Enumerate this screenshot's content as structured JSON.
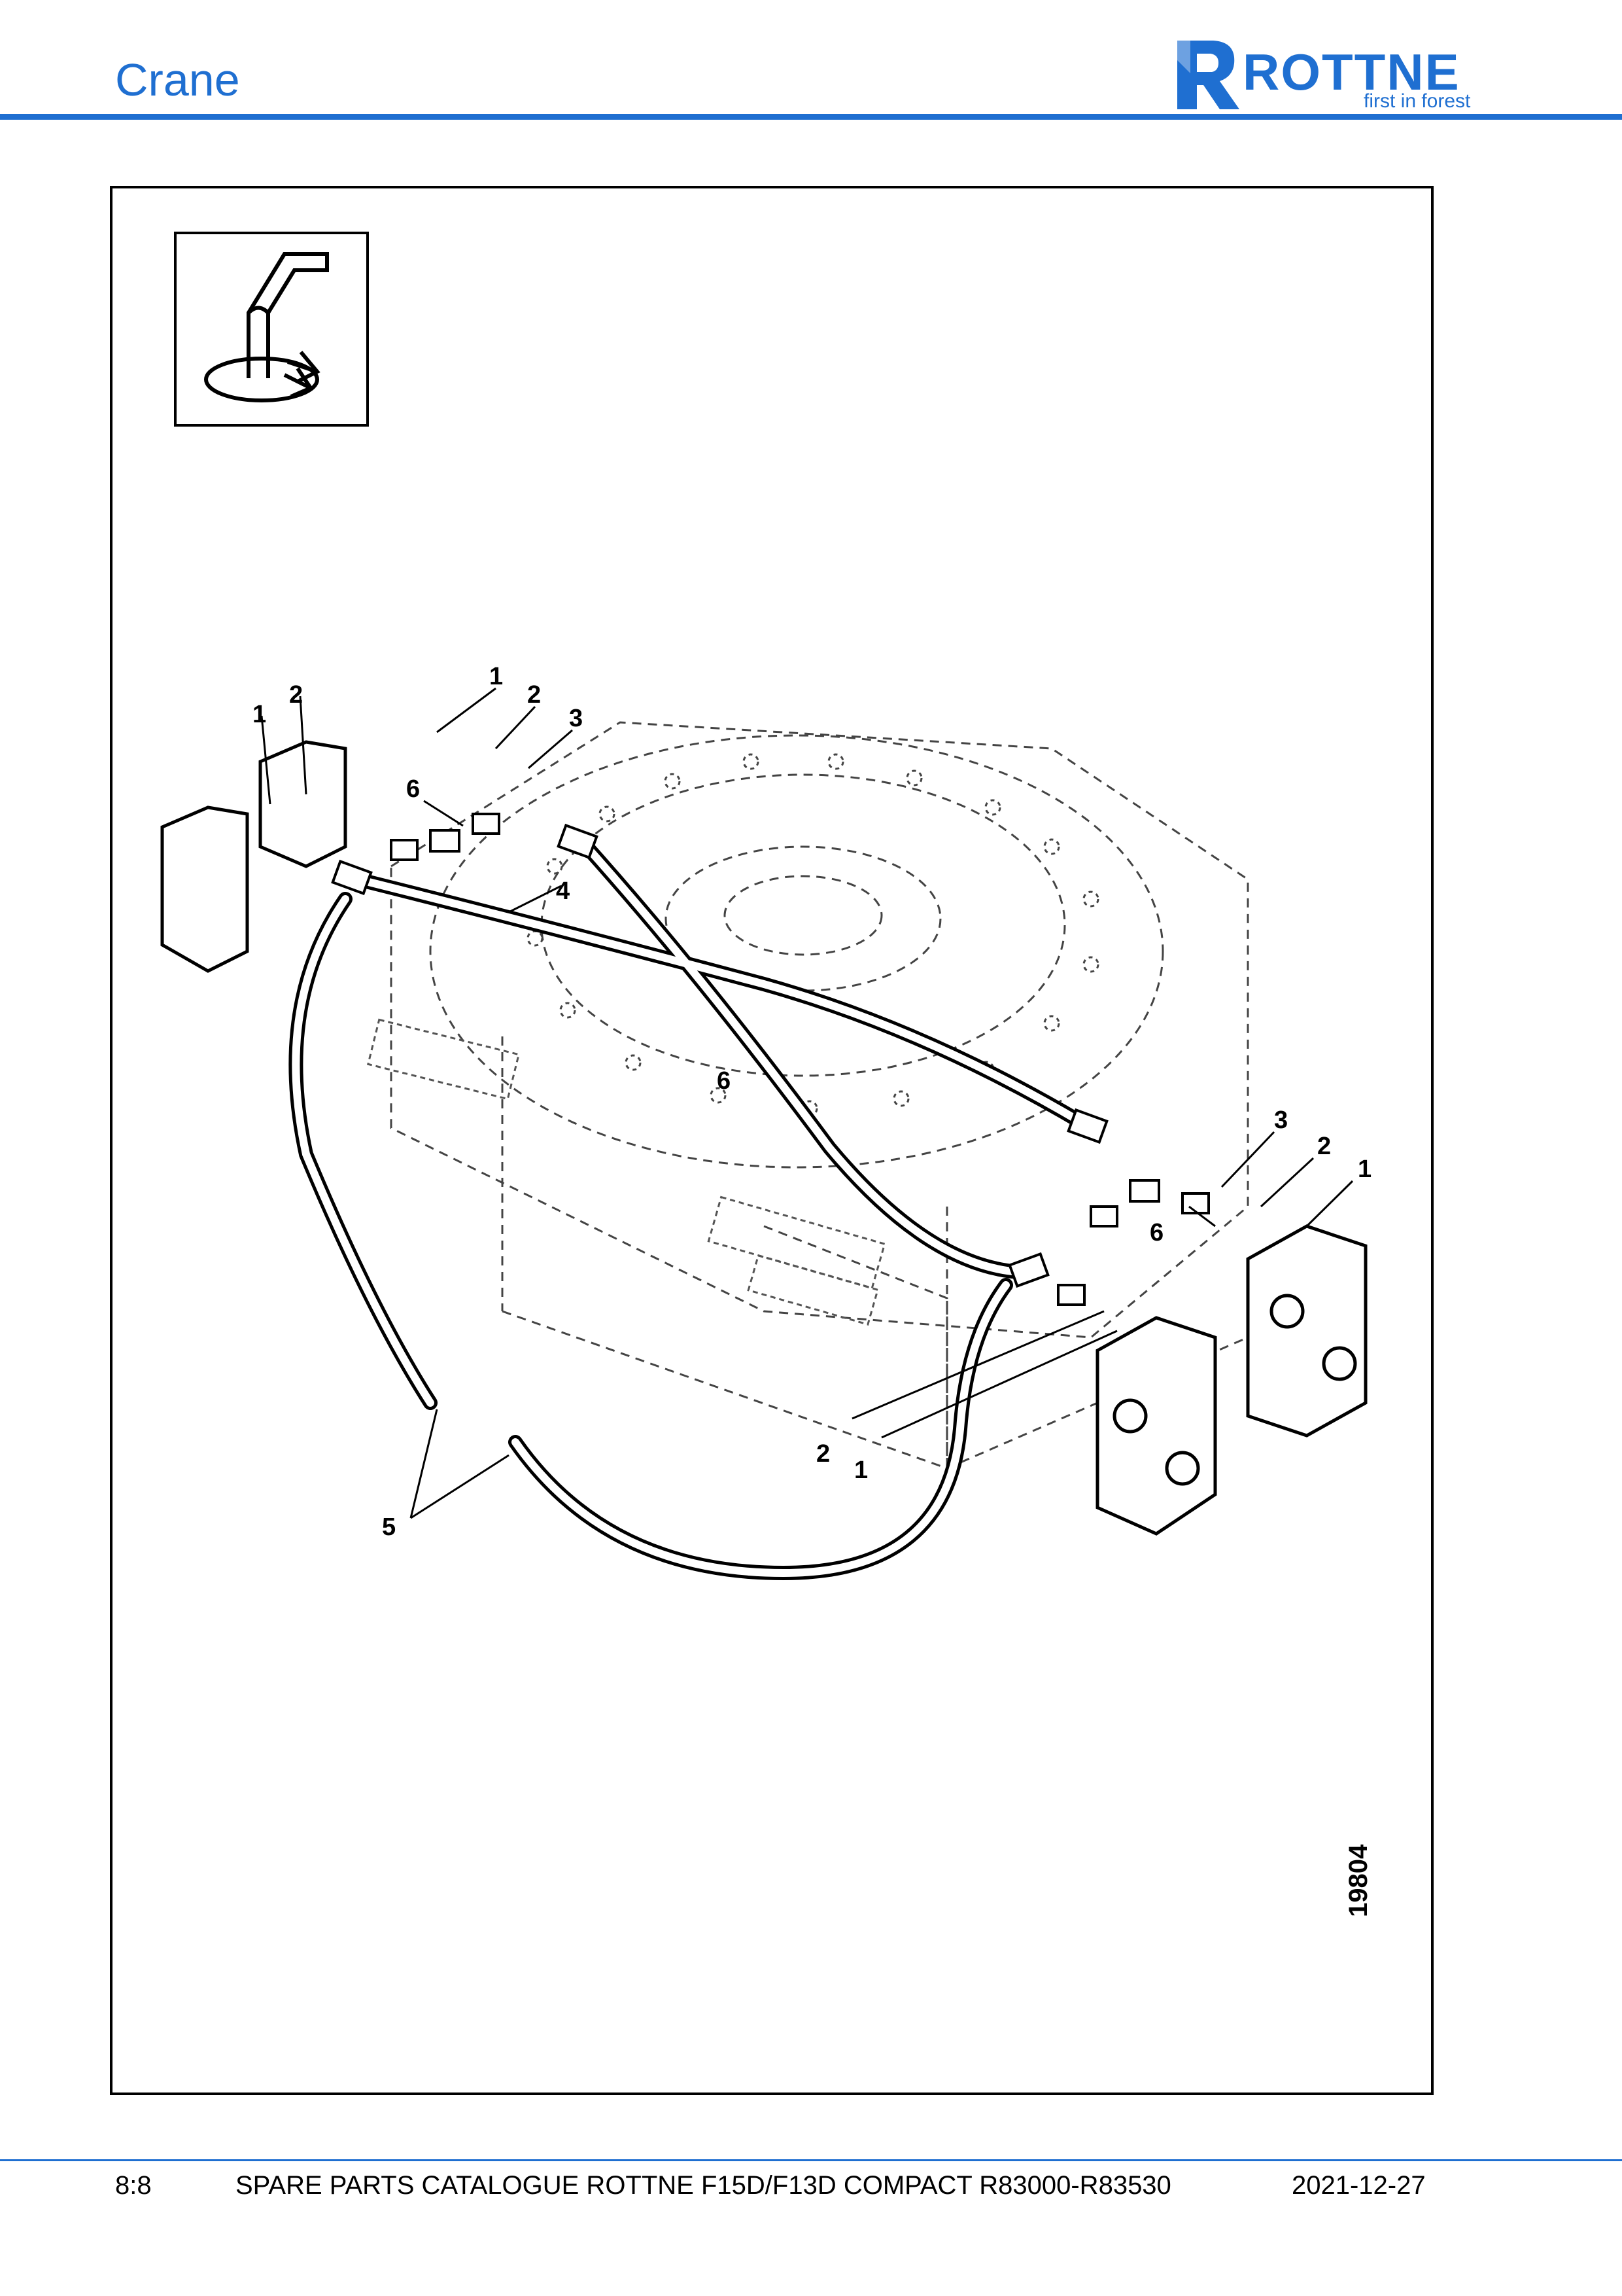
{
  "header": {
    "title": "Crane",
    "brand": {
      "name": "ROTTNE",
      "tagline": "first in forest",
      "color": "#1f6fd1"
    }
  },
  "figure": {
    "drawing_number": "19804",
    "callouts": [
      "1",
      "2",
      "3",
      "4",
      "5",
      "6"
    ],
    "icon": "rotation-crane-icon"
  },
  "footer": {
    "page": "8:8",
    "catalogue": "SPARE PARTS CATALOGUE ROTTNE F15D/F13D COMPACT R83000-R83530",
    "date": "2021-12-27"
  }
}
